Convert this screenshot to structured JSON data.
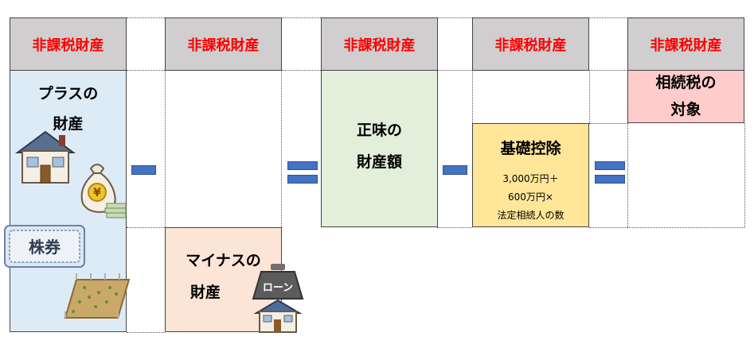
{
  "headers": [
    "非課税財産",
    "非課税財産",
    "非課税財産",
    "非課税財産",
    "非課税財産"
  ],
  "plus_assets": {
    "line1": "プラスの",
    "line2": "財産"
  },
  "minus_assets": {
    "line1": "マイナスの",
    "line2": "財産"
  },
  "net_assets": {
    "line1": "正味の",
    "line2": "財産額"
  },
  "basic_deduction": {
    "title": "基礎控除",
    "formula_line1": "3,000万円＋",
    "formula_line2": "600万円×",
    "formula_line3": "法定相続人の数"
  },
  "taxable": {
    "line1": "相続税の",
    "line2": "対象"
  },
  "illustrations": {
    "stocks_text": "株券",
    "loan_text": "ローン",
    "yen_symbol": "¥"
  },
  "colors": {
    "header_bg": "#d0cece",
    "header_text": "#ff0000",
    "plus_bg": "#ddebf7",
    "minus_bg": "#fce4d6",
    "net_bg": "#e2efda",
    "deduction_bg": "#ffe699",
    "taxable_bg": "#ffcccc",
    "operator": "#4472c4"
  }
}
